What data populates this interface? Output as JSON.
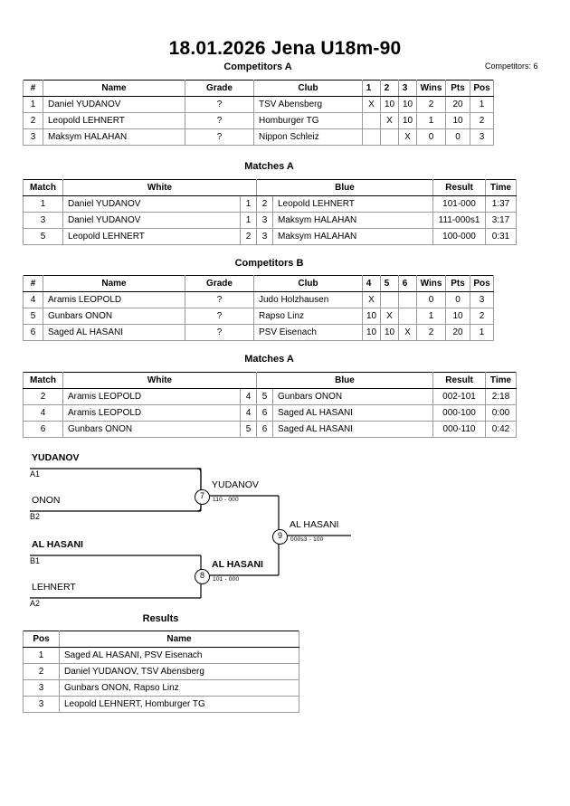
{
  "header": {
    "title": "18.01.2026  Jena   U18m-90",
    "competitors_label": "Competitors: 6"
  },
  "pools": [
    {
      "caption": "Competitors A",
      "columns": [
        "#",
        "Name",
        "Grade",
        "Club",
        "1",
        "2",
        "3",
        "Wins",
        "Pts",
        "Pos"
      ],
      "rows": [
        {
          "num": "1",
          "name": "Daniel YUDANOV",
          "grade": "?",
          "club": "TSV Abensberg",
          "m": [
            "X",
            "10",
            "10"
          ],
          "wins": "2",
          "pts": "20",
          "pos": "1"
        },
        {
          "num": "2",
          "name": "Leopold LEHNERT",
          "grade": "?",
          "club": "Homburger TG",
          "m": [
            "",
            "X",
            "10"
          ],
          "wins": "1",
          "pts": "10",
          "pos": "2"
        },
        {
          "num": "3",
          "name": "Maksym HALAHAN",
          "grade": "?",
          "club": "Nippon Schleiz",
          "m": [
            "",
            "",
            "X"
          ],
          "wins": "0",
          "pts": "0",
          "pos": "3"
        }
      ]
    },
    {
      "caption": "Competitors B",
      "columns": [
        "#",
        "Name",
        "Grade",
        "Club",
        "4",
        "5",
        "6",
        "Wins",
        "Pts",
        "Pos"
      ],
      "rows": [
        {
          "num": "4",
          "name": "Aramis LEOPOLD",
          "grade": "?",
          "club": "Judo Holzhausen",
          "m": [
            "X",
            "",
            ""
          ],
          "wins": "0",
          "pts": "0",
          "pos": "3"
        },
        {
          "num": "5",
          "name": "Gunbars ONON",
          "grade": "?",
          "club": "Rapso Linz",
          "m": [
            "10",
            "X",
            ""
          ],
          "wins": "1",
          "pts": "10",
          "pos": "2"
        },
        {
          "num": "6",
          "name": "Saged AL HASANI",
          "grade": "?",
          "club": "PSV Eisenach",
          "m": [
            "10",
            "10",
            "X"
          ],
          "wins": "2",
          "pts": "20",
          "pos": "1"
        }
      ]
    }
  ],
  "match_tables": [
    {
      "caption": "Matches A",
      "columns": [
        "Match",
        "White",
        "Blue",
        "Result",
        "Time"
      ],
      "rows": [
        {
          "match": "1",
          "white": "Daniel YUDANOV",
          "white_bold": true,
          "wn": "1",
          "bn": "2",
          "blue": "Leopold LEHNERT",
          "blue_bold": false,
          "result": "101-000",
          "time": "1:37"
        },
        {
          "match": "3",
          "white": "Daniel YUDANOV",
          "white_bold": true,
          "wn": "1",
          "bn": "3",
          "blue": "Maksym HALAHAN",
          "blue_bold": false,
          "result": "111-000s1",
          "time": "3:17"
        },
        {
          "match": "5",
          "white": "Leopold LEHNERT",
          "white_bold": true,
          "wn": "2",
          "bn": "3",
          "blue": "Maksym HALAHAN",
          "blue_bold": false,
          "result": "100-000",
          "time": "0:31"
        }
      ]
    },
    {
      "caption": "Matches A",
      "columns": [
        "Match",
        "White",
        "Blue",
        "Result",
        "Time"
      ],
      "rows": [
        {
          "match": "2",
          "white": "Aramis LEOPOLD",
          "white_bold": false,
          "wn": "4",
          "bn": "5",
          "blue": "Gunbars ONON",
          "blue_bold": true,
          "result": "002-101",
          "time": "2:18"
        },
        {
          "match": "4",
          "white": "Aramis LEOPOLD",
          "white_bold": false,
          "wn": "4",
          "bn": "6",
          "blue": "Saged AL HASANI",
          "blue_bold": true,
          "result": "000-100",
          "time": "0:00"
        },
        {
          "match": "6",
          "white": "Gunbars ONON",
          "white_bold": false,
          "wn": "5",
          "bn": "6",
          "blue": "Saged AL HASANI",
          "blue_bold": true,
          "result": "000-110",
          "time": "0:42"
        }
      ]
    }
  ],
  "bracket": {
    "entrants": [
      {
        "name": "YUDANOV",
        "seed": "A1",
        "bold": true
      },
      {
        "name": "ONON",
        "seed": "B2",
        "bold": false
      },
      {
        "name": "AL HASANI",
        "seed": "B1",
        "bold": true
      },
      {
        "name": "LEHNERT",
        "seed": "A2",
        "bold": false
      }
    ],
    "nodes": [
      {
        "number": "7",
        "winner": "YUDANOV",
        "bold": false,
        "score": "110 - 000"
      },
      {
        "number": "8",
        "winner": "AL HASANI",
        "bold": true,
        "score": "101 - 000"
      },
      {
        "number": "9",
        "winner": "AL HASANI",
        "bold": false,
        "score": "000s3 - 100"
      }
    ]
  },
  "results": {
    "caption": "Results",
    "columns": [
      "Pos",
      "Name"
    ],
    "rows": [
      {
        "pos": "1",
        "name": "Saged AL HASANI, PSV Eisenach"
      },
      {
        "pos": "2",
        "name": "Daniel YUDANOV, TSV Abensberg"
      },
      {
        "pos": "3",
        "name": "Gunbars ONON, Rapso Linz"
      },
      {
        "pos": "3",
        "name": "Leopold LEHNERT, Homburger TG"
      }
    ]
  }
}
